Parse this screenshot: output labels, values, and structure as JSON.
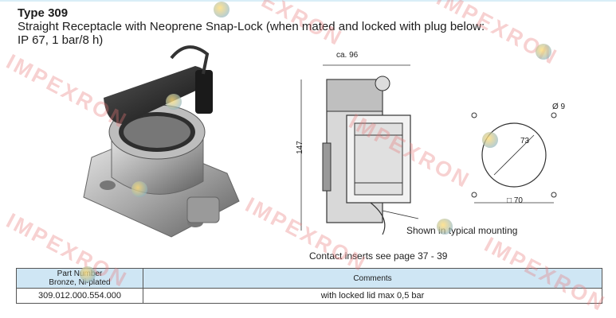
{
  "header": {
    "title": "Type 309",
    "subtitle_line1": "Straight Receptacle with Neoprene Snap-Lock (when mated and locked with plug below:",
    "subtitle_line2": "IP 67, 1 bar/8 h)"
  },
  "drawing": {
    "dim_width": "ca. 96",
    "dim_height": "147",
    "hole_dia": "Ø 9",
    "pitch": "73",
    "square": "□ 70",
    "mounting_note": "Shown in typical mounting",
    "contact_note": "Contact inserts see page 37 - 39"
  },
  "table": {
    "col1_header_line1": "Part Number",
    "col1_header_line2": "Bronze, Ni-plated",
    "col2_header": "Comments",
    "rows": [
      {
        "part": "309.012.000.554.000",
        "comment": "with locked lid max 0,5 bar"
      }
    ]
  },
  "watermark": {
    "text": "IMPEXRON"
  },
  "colors": {
    "table_header": "#cfe6f4",
    "watermark": "#e87878"
  }
}
